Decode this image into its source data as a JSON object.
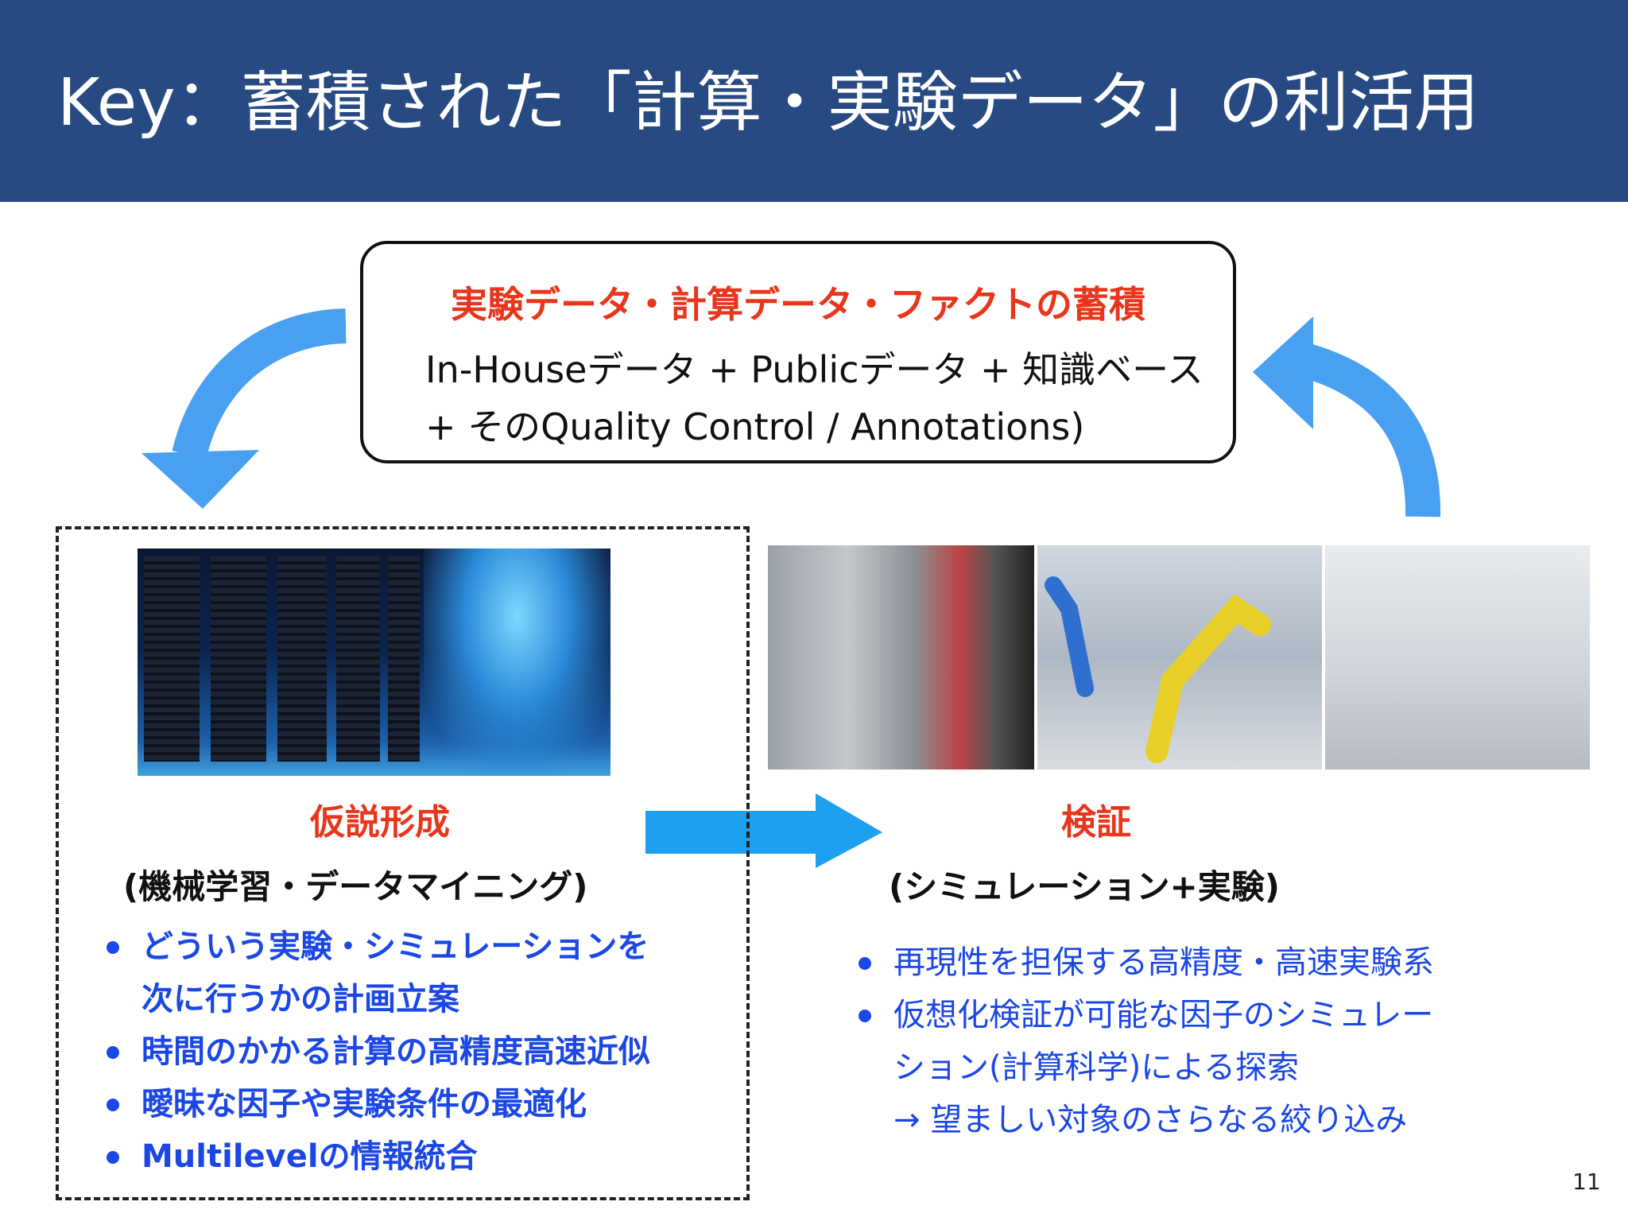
{
  "header": {
    "title": "Key：蓄積された「計算・実験データ」の利活用"
  },
  "top_box": {
    "heading": "実験データ・計算データ・ファクトの蓄積",
    "line1": "In-Houseデータ + Publicデータ + 知識ベース",
    "line2": "+ そのQuality Control / Annotations)"
  },
  "left": {
    "title": "仮説形成",
    "subtitle": "(機械学習・データマイニング)",
    "bullets": [
      "どういう実験・シミュレーションを",
      "次に行うかの計画立案",
      "時間のかかる計算の高精度高速近似",
      "曖昧な因子や実験条件の最適化",
      "Multilevelの情報統合"
    ]
  },
  "right": {
    "title": "検証",
    "subtitle": "(シミュレーション+実験)",
    "bullets": [
      "再現性を担保する高精度・高速実験系",
      "仮想化検証が可能な因子のシミュレー",
      "ション(計算科学)による探索",
      "→ 望ましい対象のさらなる絞り込み"
    ]
  },
  "page_number": "11",
  "colors": {
    "header_bg": "#284a82",
    "accent_red": "#e8361c",
    "bullet_blue": "#1a47e6",
    "arrow_blue": "#4aa0f0",
    "flow_arrow_blue": "#1ea0f0"
  },
  "icons": [
    "curved-arrow-down-left-icon",
    "curved-arrow-up-right-icon",
    "right-arrow-icon"
  ]
}
